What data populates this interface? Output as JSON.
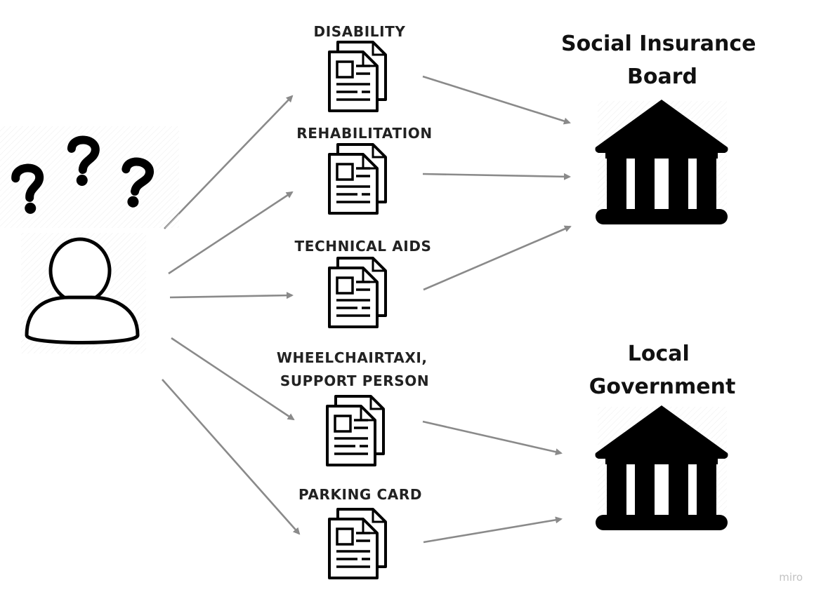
{
  "documents": [
    {
      "id": "disability",
      "lines": [
        "DISABILITY"
      ]
    },
    {
      "id": "rehabilitation",
      "lines": [
        "REHABILITATION"
      ]
    },
    {
      "id": "technical-aids",
      "lines": [
        "TECHNICAL AIDS"
      ]
    },
    {
      "id": "wheelchair-taxi",
      "lines": [
        "WHEELCHAIRTAXI,",
        "SUPPORT PERSON"
      ]
    },
    {
      "id": "parking-card",
      "lines": [
        "PARKING CARD"
      ]
    }
  ],
  "agencies": [
    {
      "id": "social-insurance-board",
      "lines": [
        "Social Insurance",
        "Board"
      ]
    },
    {
      "id": "local-government",
      "lines": [
        "Local",
        "Government"
      ]
    }
  ],
  "connections": [
    {
      "from": "user",
      "to": "disability"
    },
    {
      "from": "user",
      "to": "rehabilitation"
    },
    {
      "from": "user",
      "to": "technical-aids"
    },
    {
      "from": "user",
      "to": "wheelchair-taxi"
    },
    {
      "from": "user",
      "to": "parking-card"
    },
    {
      "from": "disability",
      "to": "social-insurance-board"
    },
    {
      "from": "rehabilitation",
      "to": "social-insurance-board"
    },
    {
      "from": "technical-aids",
      "to": "social-insurance-board"
    },
    {
      "from": "wheelchair-taxi",
      "to": "local-government"
    },
    {
      "from": "parking-card",
      "to": "local-government"
    }
  ],
  "icons": {
    "user": "user-icon",
    "question": "question-mark-icon",
    "document": "document-icon",
    "building": "government-building-icon"
  },
  "colors": {
    "arrow": "#8a8a8a",
    "icon": "#000000",
    "text": "#222222",
    "watermark": "#c2c2c2"
  },
  "watermark": "miro"
}
